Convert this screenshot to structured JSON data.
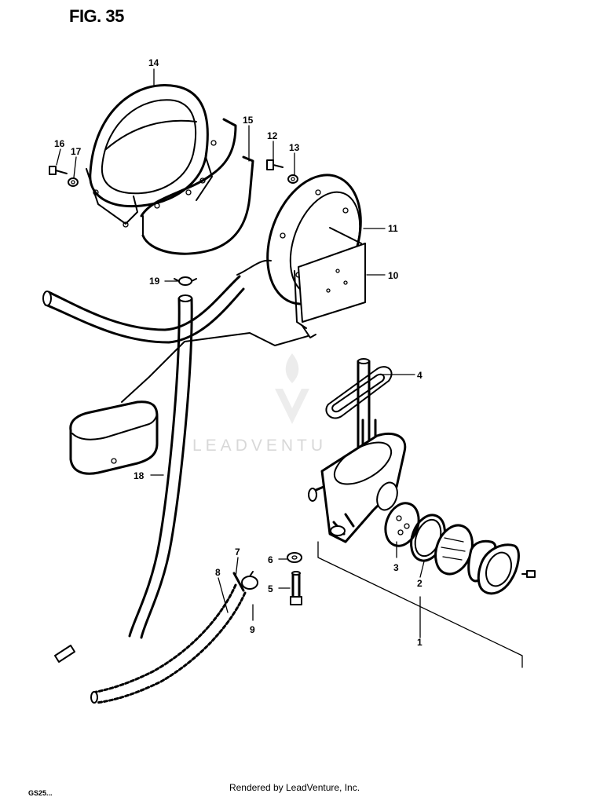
{
  "figure": {
    "title": "FIG. 35",
    "footer": "Rendered by LeadVenture, Inc.",
    "watermark": "LEADVENTU",
    "corner_code": "GS25..."
  },
  "callouts": [
    "1",
    "2",
    "3",
    "4",
    "5",
    "6",
    "7",
    "8",
    "9",
    "10",
    "11",
    "12",
    "13",
    "14",
    "15",
    "16",
    "17",
    "18",
    "19"
  ]
}
